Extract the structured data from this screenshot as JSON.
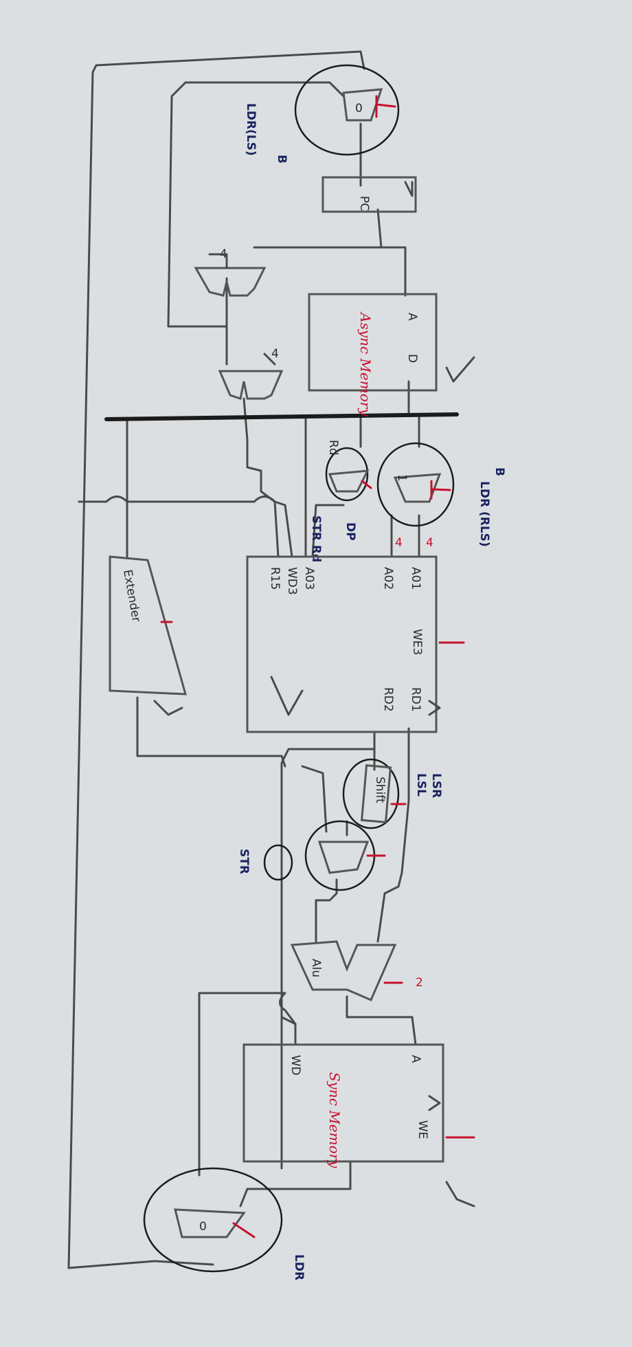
{
  "labels": {
    "pc": "PC",
    "branch_top_b": "B",
    "branch_top_ldr": "LDR(LS)",
    "instr_mem": "Async Memory",
    "instr_a": "A",
    "instr_d": "D",
    "branch_mid_b": "B",
    "branch_mid_ldr": "LDR (RLS)",
    "str_rd": "STR Rd",
    "rd": "Rd",
    "dp": "DP",
    "rf_a01": "A01",
    "rf_a02": "A02",
    "rf_a03": "A03",
    "rf_wd3": "WD3",
    "rf_r15": "R15",
    "rf_we3": "WE3",
    "rf_rd1": "RD1",
    "rf_rd2": "RD2",
    "extender": "Extender",
    "lsr": "LSR",
    "lsl": "LSL",
    "shift": "Shift",
    "str": "STR",
    "alu": "Alu",
    "data_mem": "Sync Memory",
    "dm_a": "A",
    "dm_wd": "WD",
    "dm_we": "WE",
    "ldr_bottom": "LDR",
    "mux_sel": "0",
    "mux_one": "1",
    "adder_four": "4"
  },
  "bit_widths": {
    "rf_addr1": "4",
    "rf_addr2": "4",
    "alu_control": "2"
  }
}
